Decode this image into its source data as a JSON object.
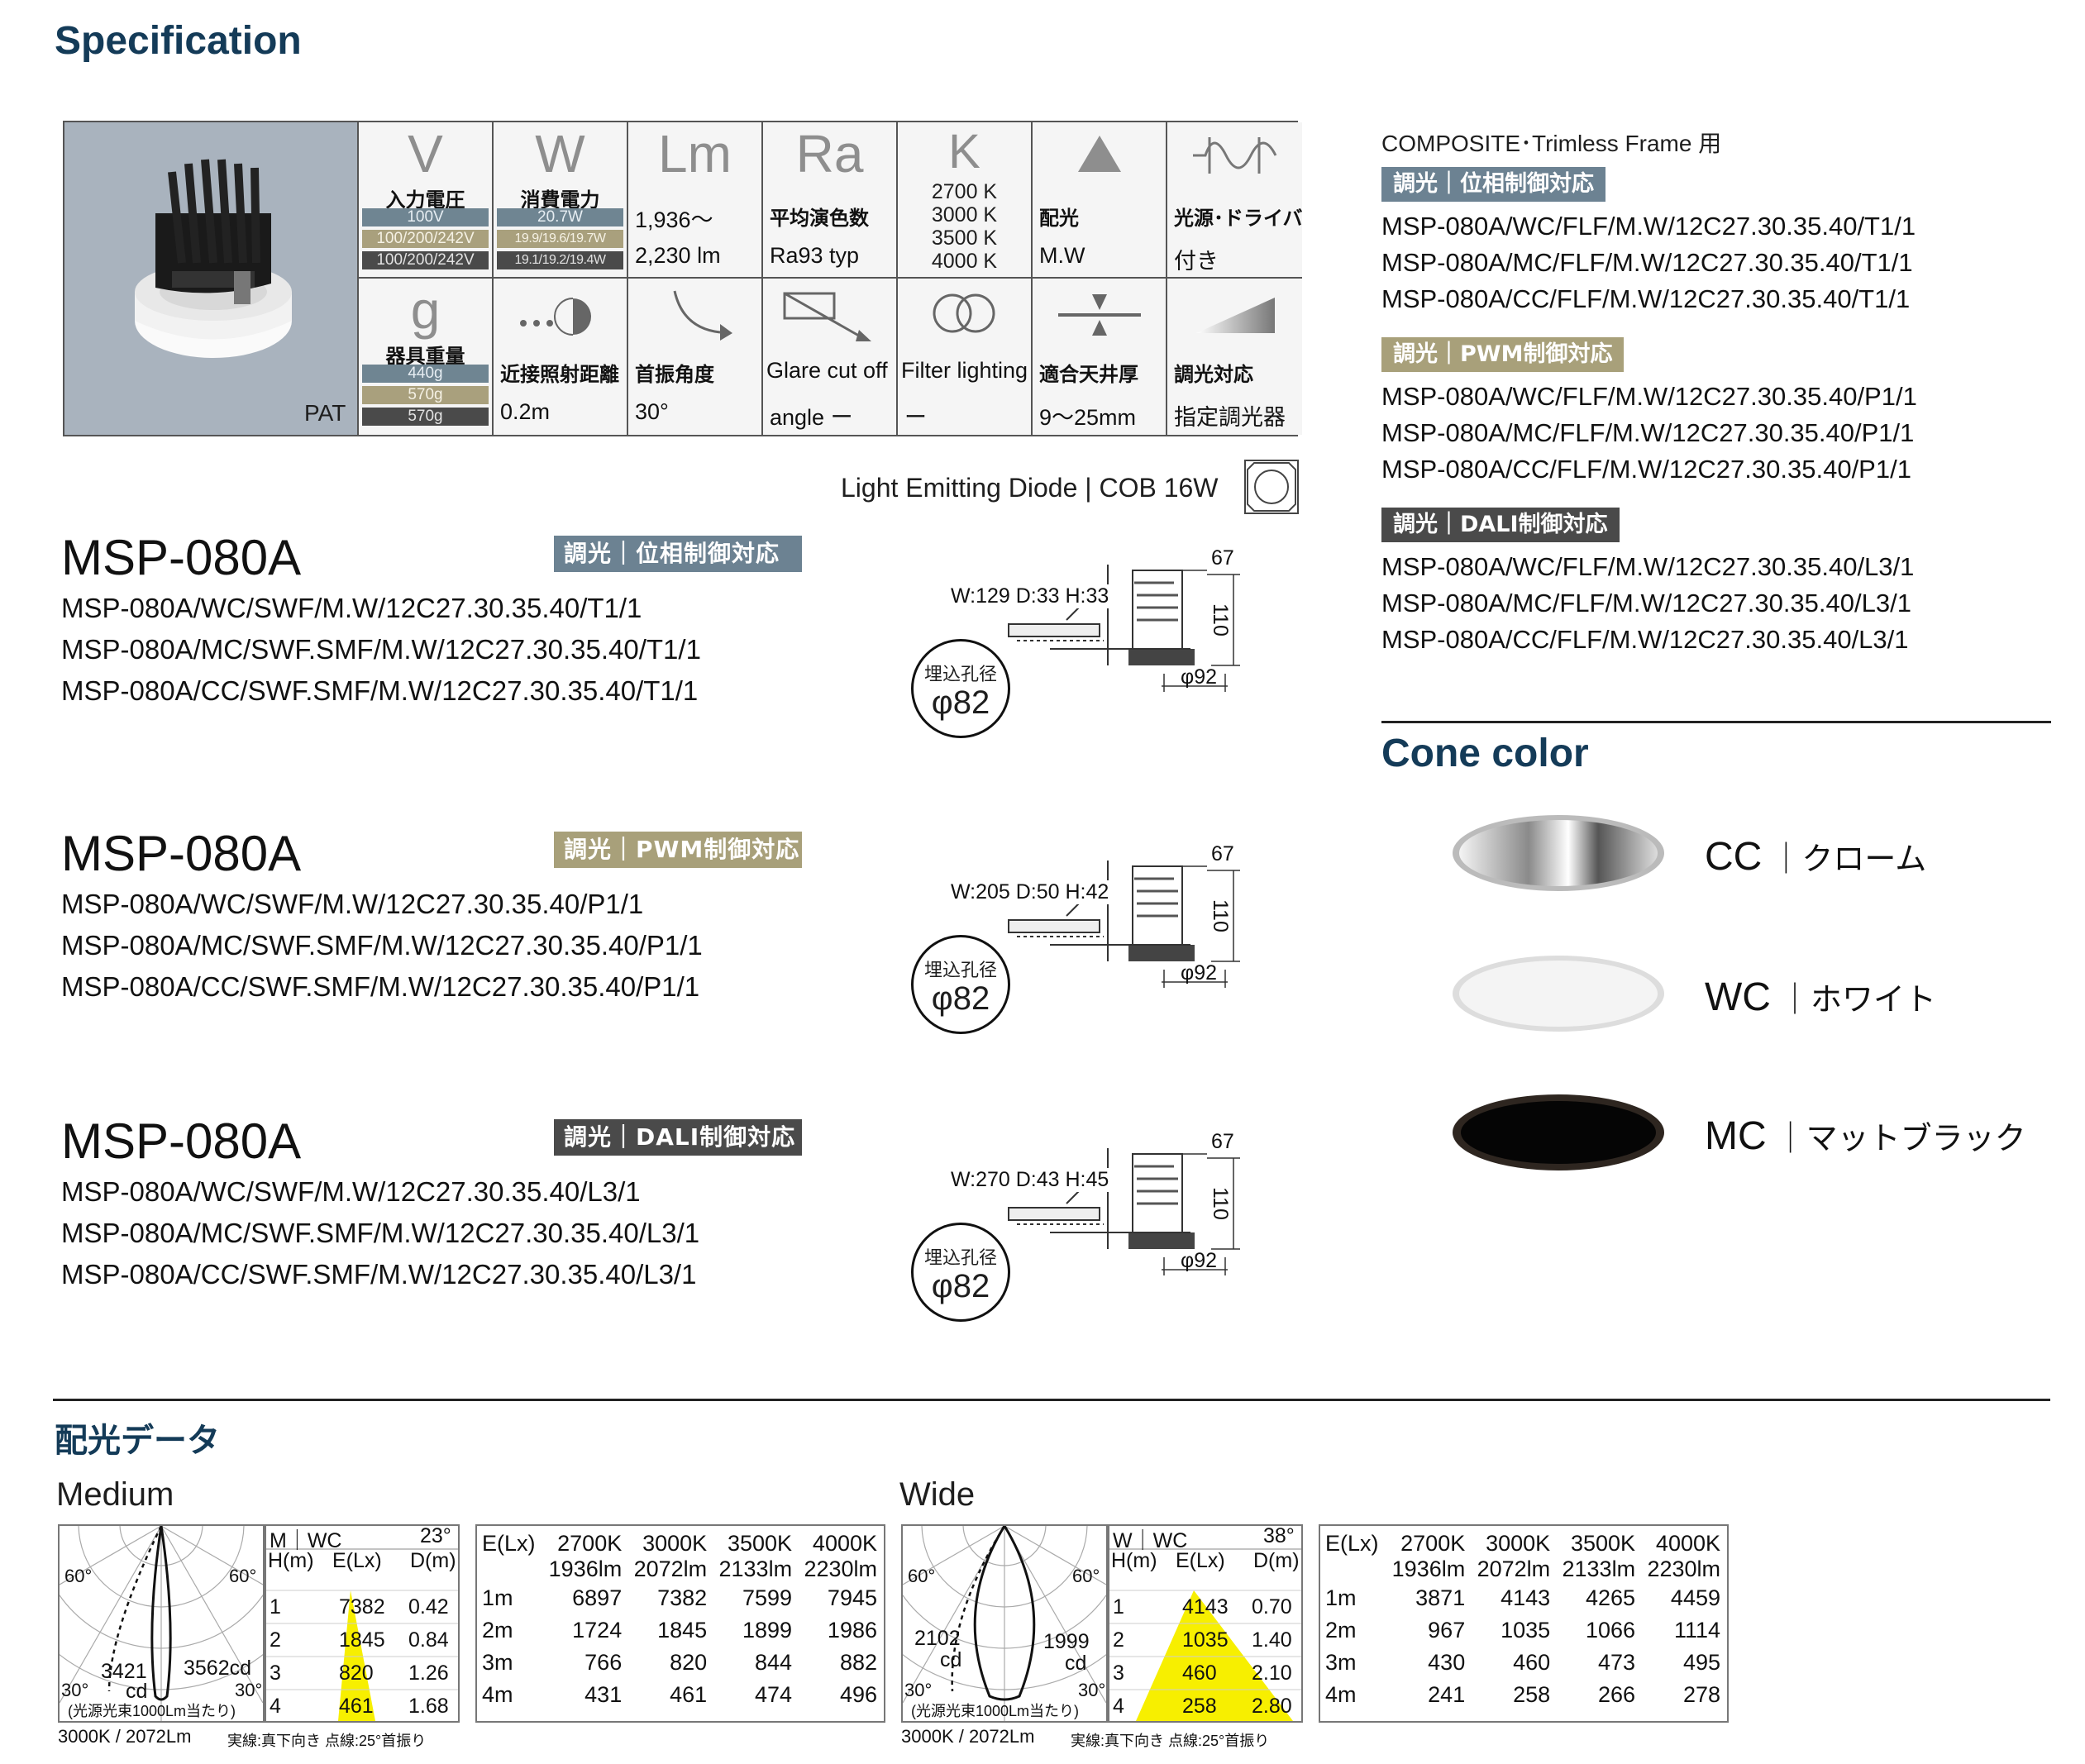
{
  "heading": "Specification",
  "spec": {
    "photo_label": "PAT",
    "cells": [
      {
        "sym": "V",
        "label": "入力電圧",
        "bars": [
          "100V",
          "100/200/242V",
          "100/200/242V"
        ]
      },
      {
        "sym": "W",
        "label": "消費電力",
        "bars": [
          "20.7W",
          "19.9/19.6/19.7W",
          "19.1/19.2/19.4W"
        ]
      },
      {
        "sym": "Lm",
        "lines": [
          "1,936～",
          "2,230 lm"
        ]
      },
      {
        "sym": "Ra",
        "label": "平均演色数",
        "lines": [
          "Ra93 typ"
        ]
      },
      {
        "sym": "K",
        "kelvins": [
          "2700 K",
          "3000 K",
          "3500 K",
          "4000 K"
        ]
      },
      {
        "icon": "triangle-icon",
        "label": "配光",
        "lines": [
          "M.W"
        ]
      },
      {
        "icon": "wave-icon",
        "label": "光源･ドライバー",
        "lines": [
          "付き"
        ]
      },
      {
        "sym": "g",
        "label": "器具重量",
        "bars": [
          "440g",
          "570g",
          "570g"
        ]
      },
      {
        "icon": "dots-moon-icon",
        "label": "近接照射距離",
        "lines": [
          "0.2m"
        ]
      },
      {
        "icon": "tilt-arrow-icon",
        "label": "首振角度",
        "lines": [
          "30°"
        ]
      },
      {
        "icon": "glare-icon",
        "label": "Glare cut off",
        "lines": [
          "angle ー"
        ]
      },
      {
        "icon": "filter-icon",
        "label": "Filter lighting",
        "lines": [
          "ー"
        ]
      },
      {
        "icon": "ceiling-icon",
        "label": "適合天井厚",
        "lines": [
          "9～25mm"
        ]
      },
      {
        "icon": "dimmer-icon",
        "label": "調光対応",
        "lines": [
          "指定調光器"
        ]
      }
    ]
  },
  "led_note": "Light Emitting Diode | COB 16W",
  "models": [
    {
      "name": "MSP-080A",
      "badge": "調光｜位相制御対応",
      "lines": [
        "MSP-080A/WC/SWF/M.W/12C27.30.35.40/T1/1",
        "MSP-080A/MC/SWF.SMF/M.W/12C27.30.35.40/T1/1",
        "MSP-080A/CC/SWF.SMF/M.W/12C27.30.35.40/T1/1"
      ],
      "box": "W:129 D:33 H:33"
    },
    {
      "name": "MSP-080A",
      "badge": "調光｜PWM制御対応",
      "lines": [
        "MSP-080A/WC/SWF/M.W/12C27.30.35.40/P1/1",
        "MSP-080A/MC/SWF.SMF/M.W/12C27.30.35.40/P1/1",
        "MSP-080A/CC/SWF.SMF/M.W/12C27.30.35.40/P1/1"
      ],
      "box": "W:205 D:50 H:42"
    },
    {
      "name": "MSP-080A",
      "badge": "調光｜DALI制御対応",
      "lines": [
        "MSP-080A/WC/SWF/M.W/12C27.30.35.40/L3/1",
        "MSP-080A/MC/SWF.SMF/M.W/12C27.30.35.40/L3/1",
        "MSP-080A/CC/SWF.SMF/M.W/12C27.30.35.40/L3/1"
      ],
      "box": "W:270 D:43 H:45"
    }
  ],
  "dims": {
    "top": "67",
    "height": "110",
    "dia": "φ92",
    "hole_label": "埋込孔径",
    "hole_size": "φ82"
  },
  "composite": {
    "title": "COMPOSITE･Trimless Frame 用",
    "groups": [
      {
        "badge": "調光｜位相制御対応",
        "lines": [
          "MSP-080A/WC/FLF/M.W/12C27.30.35.40/T1/1",
          "MSP-080A/MC/FLF/M.W/12C27.30.35.40/T1/1",
          "MSP-080A/CC/FLF/M.W/12C27.30.35.40/T1/1"
        ]
      },
      {
        "badge": "調光｜PWM制御対応",
        "lines": [
          "MSP-080A/WC/FLF/M.W/12C27.30.35.40/P1/1",
          "MSP-080A/MC/FLF/M.W/12C27.30.35.40/P1/1",
          "MSP-080A/CC/FLF/M.W/12C27.30.35.40/P1/1"
        ]
      },
      {
        "badge": "調光｜DALI制御対応",
        "lines": [
          "MSP-080A/WC/FLF/M.W/12C27.30.35.40/L3/1",
          "MSP-080A/MC/FLF/M.W/12C27.30.35.40/L3/1",
          "MSP-080A/CC/FLF/M.W/12C27.30.35.40/L3/1"
        ]
      }
    ]
  },
  "cone": {
    "title": "Cone color",
    "items": [
      {
        "code": "CC",
        "name": "｜クローム"
      },
      {
        "code": "WC",
        "name": "｜ホワイト"
      },
      {
        "code": "MC",
        "name": "｜マットブラック"
      }
    ]
  },
  "photometric": {
    "title": "配光データ",
    "panels": [
      {
        "name": "Medium",
        "code": "M｜WC",
        "angle": "23°",
        "polar": {
          "left_angle": "60°",
          "right_angle": "60°",
          "bl": "30°",
          "br": "30°",
          "cd_left": "3421",
          "cd_right": "3562cd",
          "cd": "cd",
          "note": "(光源光束1000Lm当たり)"
        },
        "h_head": [
          "H(m)",
          "E(Lx)",
          "D(m)"
        ],
        "rows": [
          [
            "1",
            "7382",
            "0.42"
          ],
          [
            "2",
            "1845",
            "0.84"
          ],
          [
            "3",
            "820",
            "1.26"
          ],
          [
            "4",
            "461",
            "1.68"
          ]
        ],
        "footer": "3000K / 2072Lm",
        "footer2": "実線:真下向き 点線:25°首振り",
        "etable": {
          "head1": [
            "E(Lx)",
            "2700K",
            "3000K",
            "3500K",
            "4000K"
          ],
          "head2": [
            "",
            "1936lm",
            "2072lm",
            "2133lm",
            "2230lm"
          ],
          "rows": [
            [
              "1m",
              "6897",
              "7382",
              "7599",
              "7945"
            ],
            [
              "2m",
              "1724",
              "1845",
              "1899",
              "1986"
            ],
            [
              "3m",
              "766",
              "820",
              "844",
              "882"
            ],
            [
              "4m",
              "431",
              "461",
              "474",
              "496"
            ]
          ]
        }
      },
      {
        "name": "Wide",
        "code": "W｜WC",
        "angle": "38°",
        "polar": {
          "left_angle": "60°",
          "right_angle": "60°",
          "bl": "30°",
          "br": "30°",
          "cd_left": "2102",
          "cd_right": "1999",
          "cd": "cd",
          "note": "(光源光束1000Lm当たり)"
        },
        "h_head": [
          "H(m)",
          "E(Lx)",
          "D(m)"
        ],
        "rows": [
          [
            "1",
            "4143",
            "0.70"
          ],
          [
            "2",
            "1035",
            "1.40"
          ],
          [
            "3",
            "460",
            "2.10"
          ],
          [
            "4",
            "258",
            "2.80"
          ]
        ],
        "footer": "3000K / 2072Lm",
        "footer2": "実線:真下向き 点線:25°首振り",
        "etable": {
          "head1": [
            "E(Lx)",
            "2700K",
            "3000K",
            "3500K",
            "4000K"
          ],
          "head2": [
            "",
            "1936lm",
            "2072lm",
            "2133lm",
            "2230lm"
          ],
          "rows": [
            [
              "1m",
              "3871",
              "4143",
              "4265",
              "4459"
            ],
            [
              "2m",
              "967",
              "1035",
              "1066",
              "1114"
            ],
            [
              "3m",
              "430",
              "460",
              "473",
              "495"
            ],
            [
              "4m",
              "241",
              "258",
              "266",
              "278"
            ]
          ]
        }
      }
    ]
  }
}
